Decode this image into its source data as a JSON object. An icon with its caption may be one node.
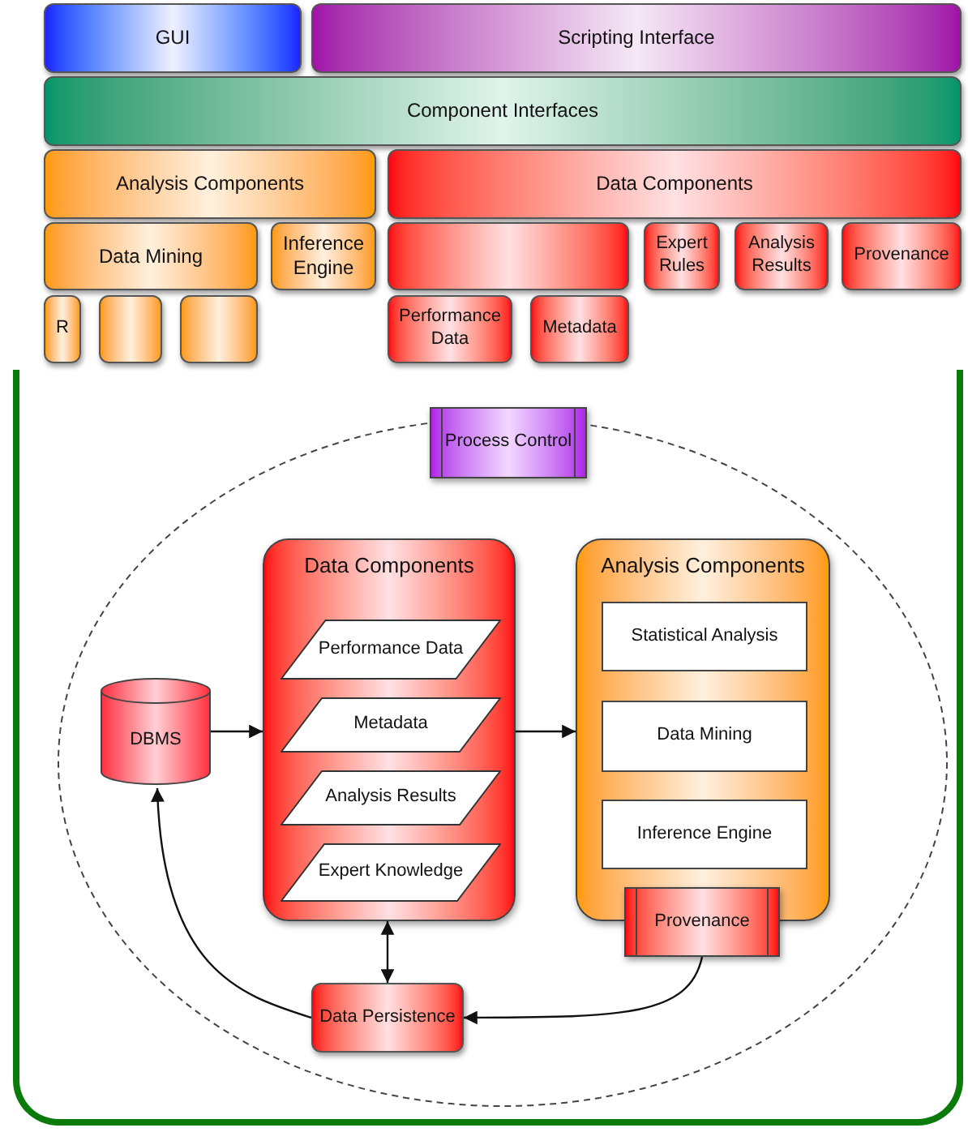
{
  "diagram": {
    "nodes": [
      {
        "text": [
          "GUI"
        ]
      },
      {
        "text": [
          "Scripting Interface"
        ]
      },
      {
        "text": [
          "Component Interfaces"
        ]
      },
      {
        "text": [
          "Analysis Components"
        ]
      },
      {
        "text": [
          "Data Mining"
        ]
      },
      {
        "text": [
          "Inference Engine"
        ]
      },
      {
        "text": [
          "R"
        ]
      },
      {
        "text": [],
        "shape": "box"
      },
      {
        "text": [],
        "shape": "box"
      },
      {
        "text": [
          "Data Components"
        ]
      },
      {
        "text": [],
        "shape": "box"
      },
      {
        "text": [
          "Expert Rules"
        ]
      },
      {
        "text": [
          "Analysis Results"
        ]
      },
      {
        "text": [
          "Provenance"
        ]
      },
      {
        "text": [
          "Performance Data"
        ]
      },
      {
        "text": [
          "Metadata"
        ]
      },
      {
        "text": [
          "Process Control"
        ]
      },
      {
        "text": [
          "Data Components"
        ]
      },
      {
        "text": [
          "Performance Data"
        ],
        "in": 17
      },
      {
        "text": [
          "Metadata"
        ],
        "in": 17
      },
      {
        "text": [
          "Analysis Results"
        ],
        "in": 17
      },
      {
        "text": [
          "Expert Knowledge"
        ],
        "in": 17
      },
      {
        "text": [
          "Analysis Components"
        ]
      },
      {
        "text": [
          "Statistical Analysis"
        ],
        "in": 22
      },
      {
        "text": [
          "Data Mining"
        ],
        "in": 22
      },
      {
        "text": [
          "Inference Engine"
        ],
        "in": 22
      },
      {
        "text": [
          "Provenance"
        ]
      },
      {
        "text": [
          "DBMS"
        ]
      },
      {
        "text": [
          "Data Persistence"
        ]
      }
    ],
    "edges": [
      {
        "from": 27,
        "to": 17,
        "arrow": "to"
      },
      {
        "from": 17,
        "to": 22,
        "arrow": "to"
      },
      {
        "from": 17,
        "to": 28,
        "arrow": "both"
      },
      {
        "from": 28,
        "to": 27,
        "arrow": "to"
      },
      {
        "from": 26,
        "to": 28,
        "arrow": "to"
      }
    ]
  }
}
